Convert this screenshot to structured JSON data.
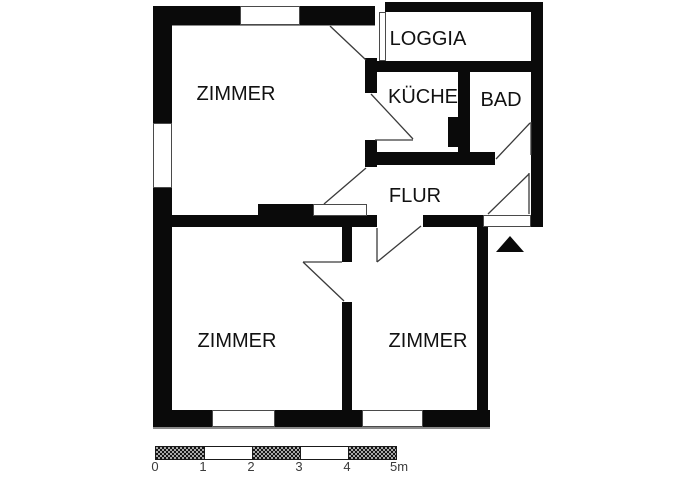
{
  "floor_plan": {
    "type": "apartment-floor-plan",
    "rooms": [
      {
        "key": "zimmer_top",
        "label": "ZIMMER"
      },
      {
        "key": "loggia",
        "label": "LOGGIA"
      },
      {
        "key": "kueche",
        "label": "KÜCHE"
      },
      {
        "key": "bad",
        "label": "BAD"
      },
      {
        "key": "flur",
        "label": "FLUR"
      },
      {
        "key": "zimmer_bottom_left",
        "label": "ZIMMER"
      },
      {
        "key": "zimmer_bottom_right",
        "label": "ZIMMER"
      }
    ],
    "scale_bar": {
      "tick_labels": [
        "0",
        "1",
        "2",
        "3",
        "4",
        "5m"
      ],
      "unit": "m",
      "segments": 5
    },
    "symbols": {
      "entrance_marker": "filled-triangle-up"
    },
    "colors": {
      "wall": "#0a0a0a",
      "background": "#ffffff",
      "door_line": "#3a3a3a",
      "scale_text": "#3b3b3b"
    }
  }
}
